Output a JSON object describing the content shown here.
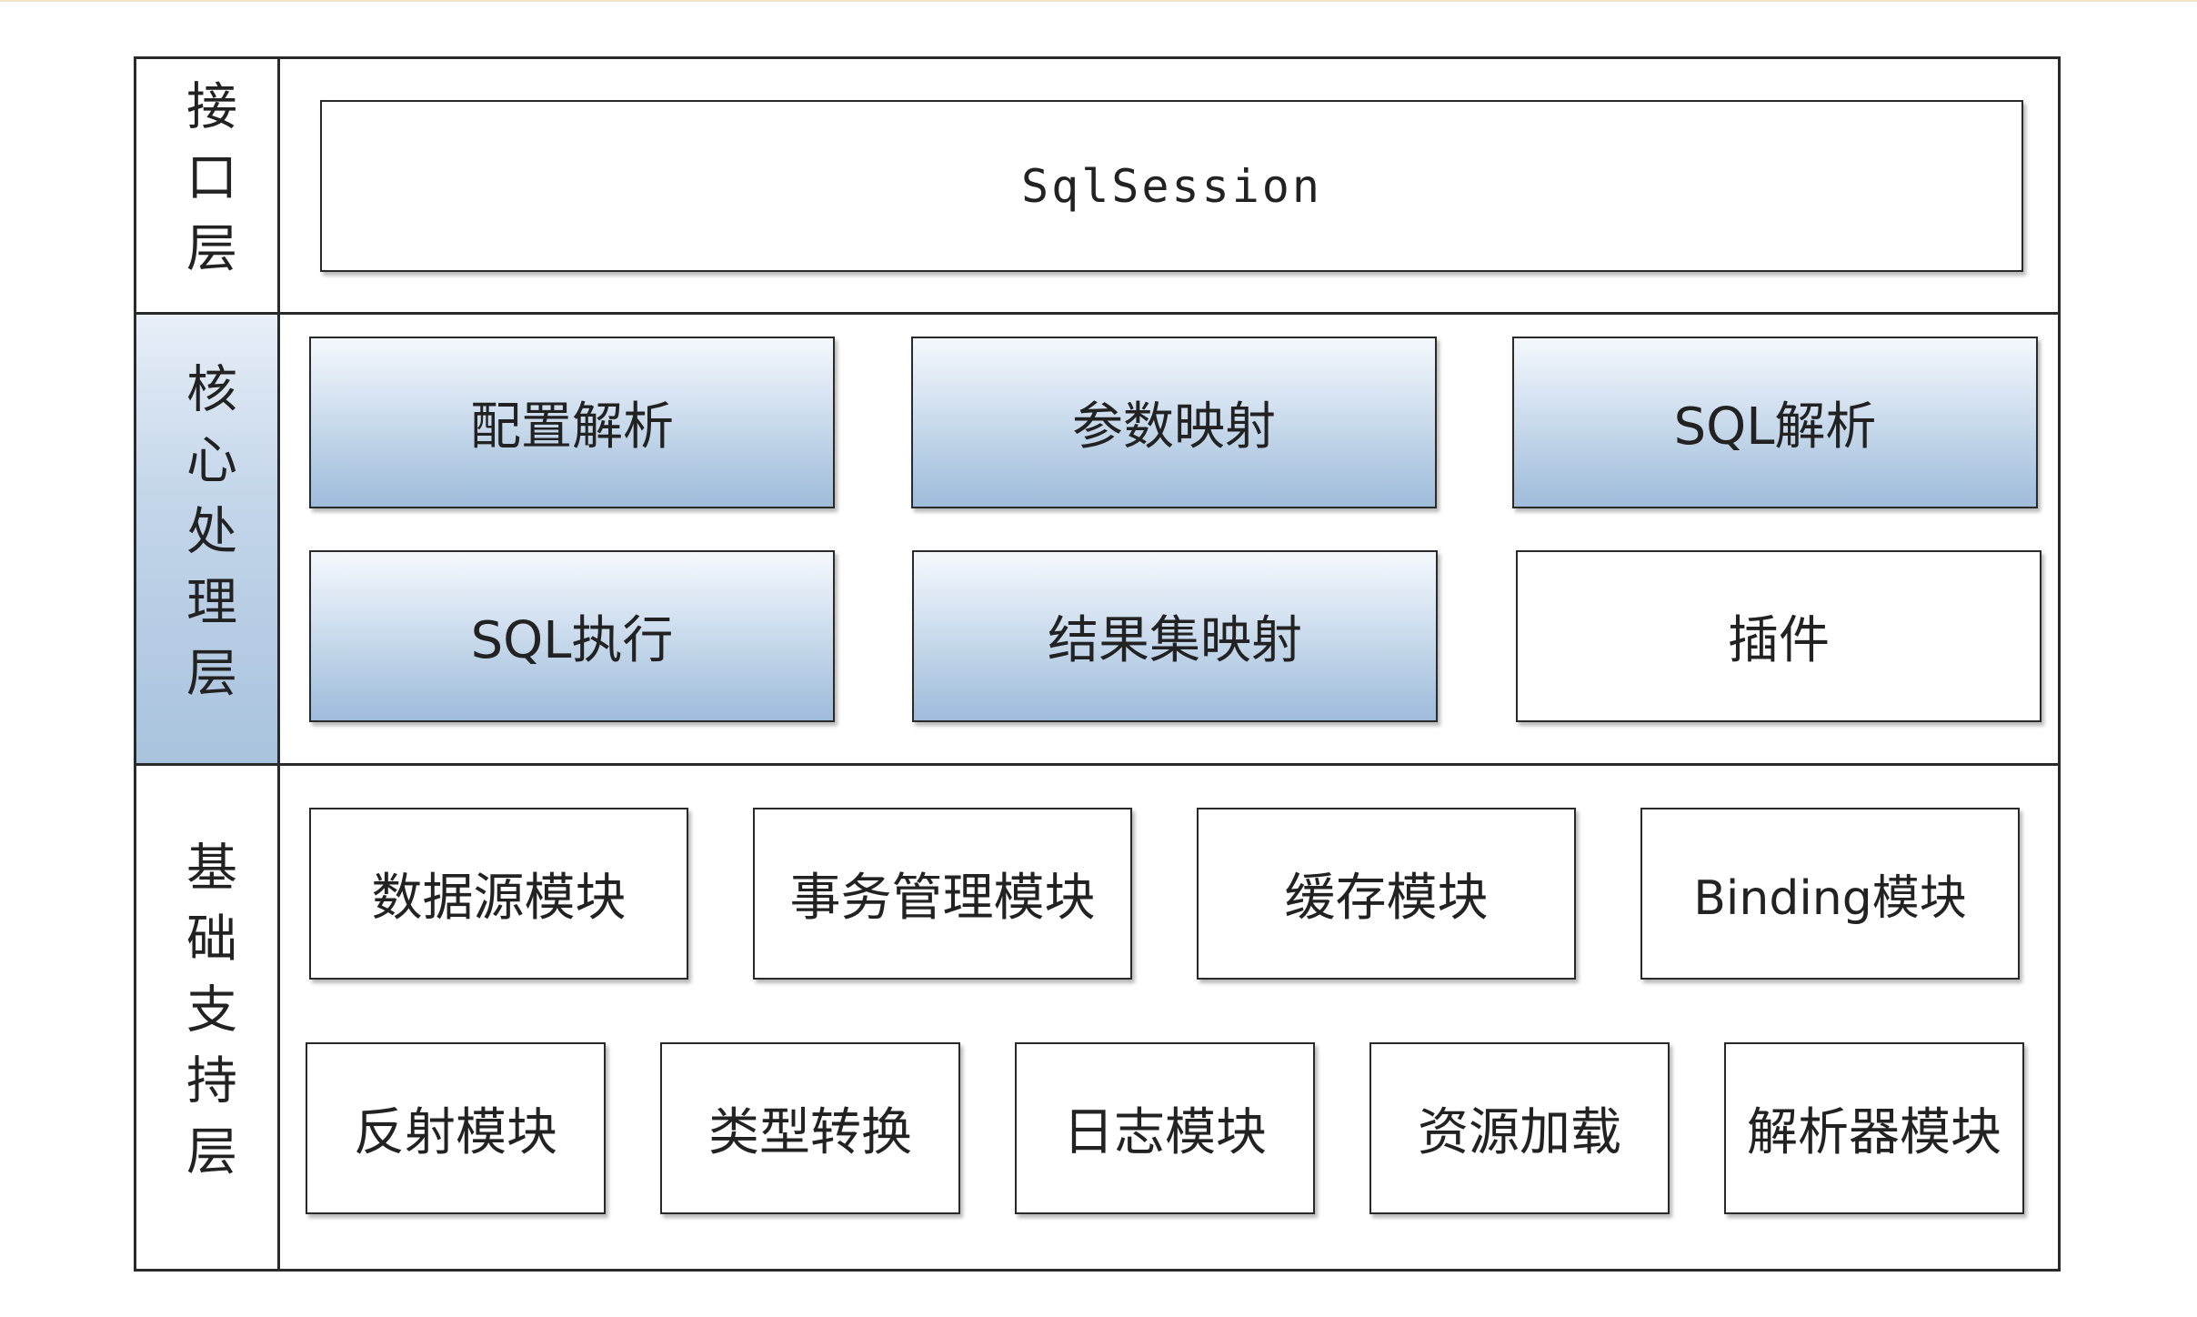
{
  "layers": {
    "interface": {
      "label": "接口层",
      "modules": [
        "SqlSession"
      ]
    },
    "core": {
      "label": "核心处理层",
      "modules": [
        "配置解析",
        "参数映射",
        "SQL解析",
        "SQL执行",
        "结果集映射",
        "插件"
      ]
    },
    "support": {
      "label": "基础支持层",
      "modules": [
        "数据源模块",
        "事务管理模块",
        "缓存模块",
        "Binding模块",
        "反射模块",
        "类型转换",
        "日志模块",
        "资源加载",
        "解析器模块"
      ]
    }
  },
  "colors": {
    "highlight_fill": "#b3cbe3",
    "border": "#2a2a2a",
    "background": "#ffffff"
  }
}
